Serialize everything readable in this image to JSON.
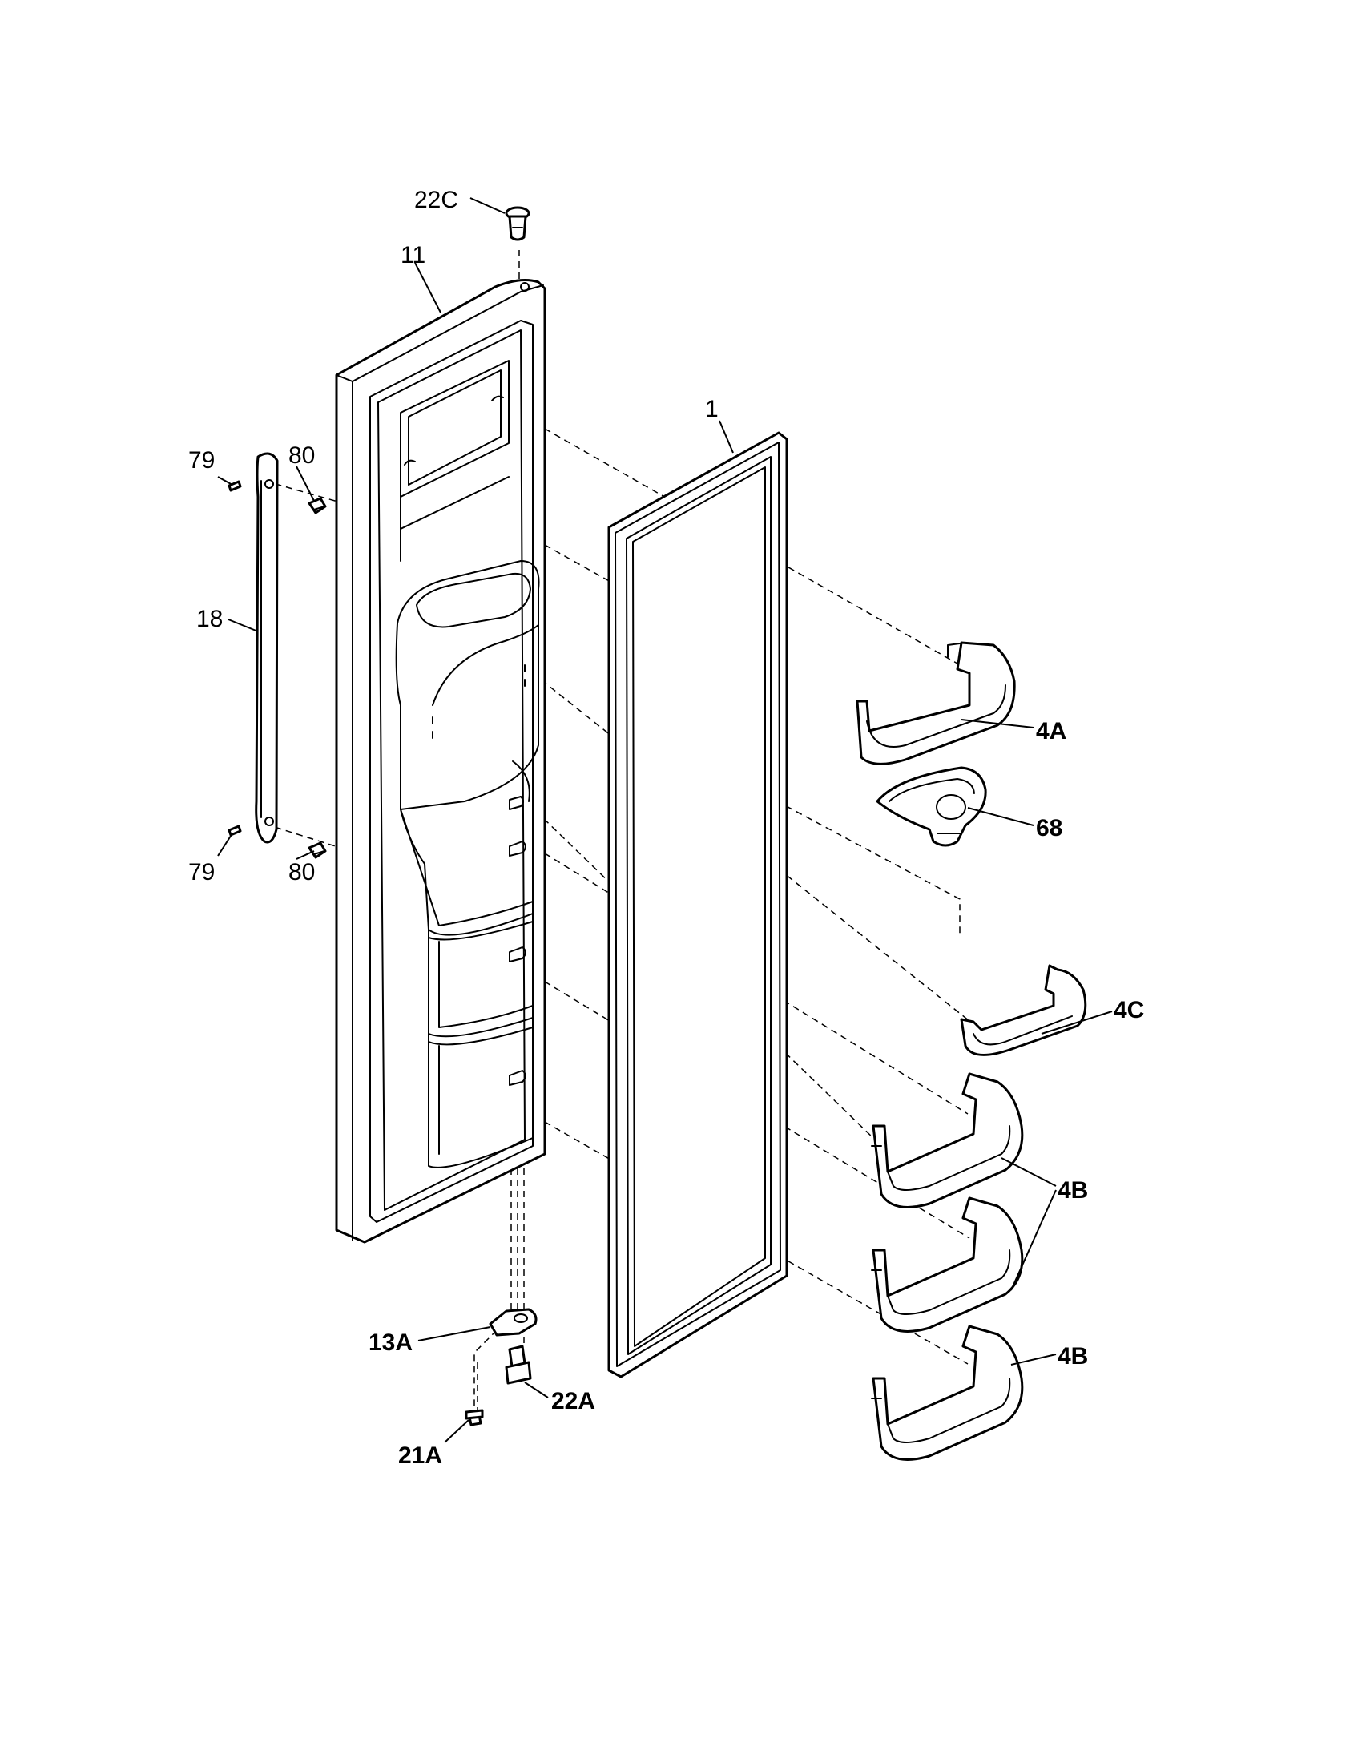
{
  "callouts": {
    "c22C": "22C",
    "c11": "11",
    "c1": "1",
    "c79_top": "79",
    "c80_top": "80",
    "c18": "18",
    "c79_bottom": "79",
    "c80_bottom": "80",
    "c4A": "4A",
    "c68": "68",
    "c4C": "4C",
    "c4B_pair": "4B",
    "c4B_single": "4B",
    "c13A": "13A",
    "c22A": "22A",
    "c21A": "21A"
  },
  "colors": {
    "line": "#000000",
    "background": "#ffffff"
  }
}
